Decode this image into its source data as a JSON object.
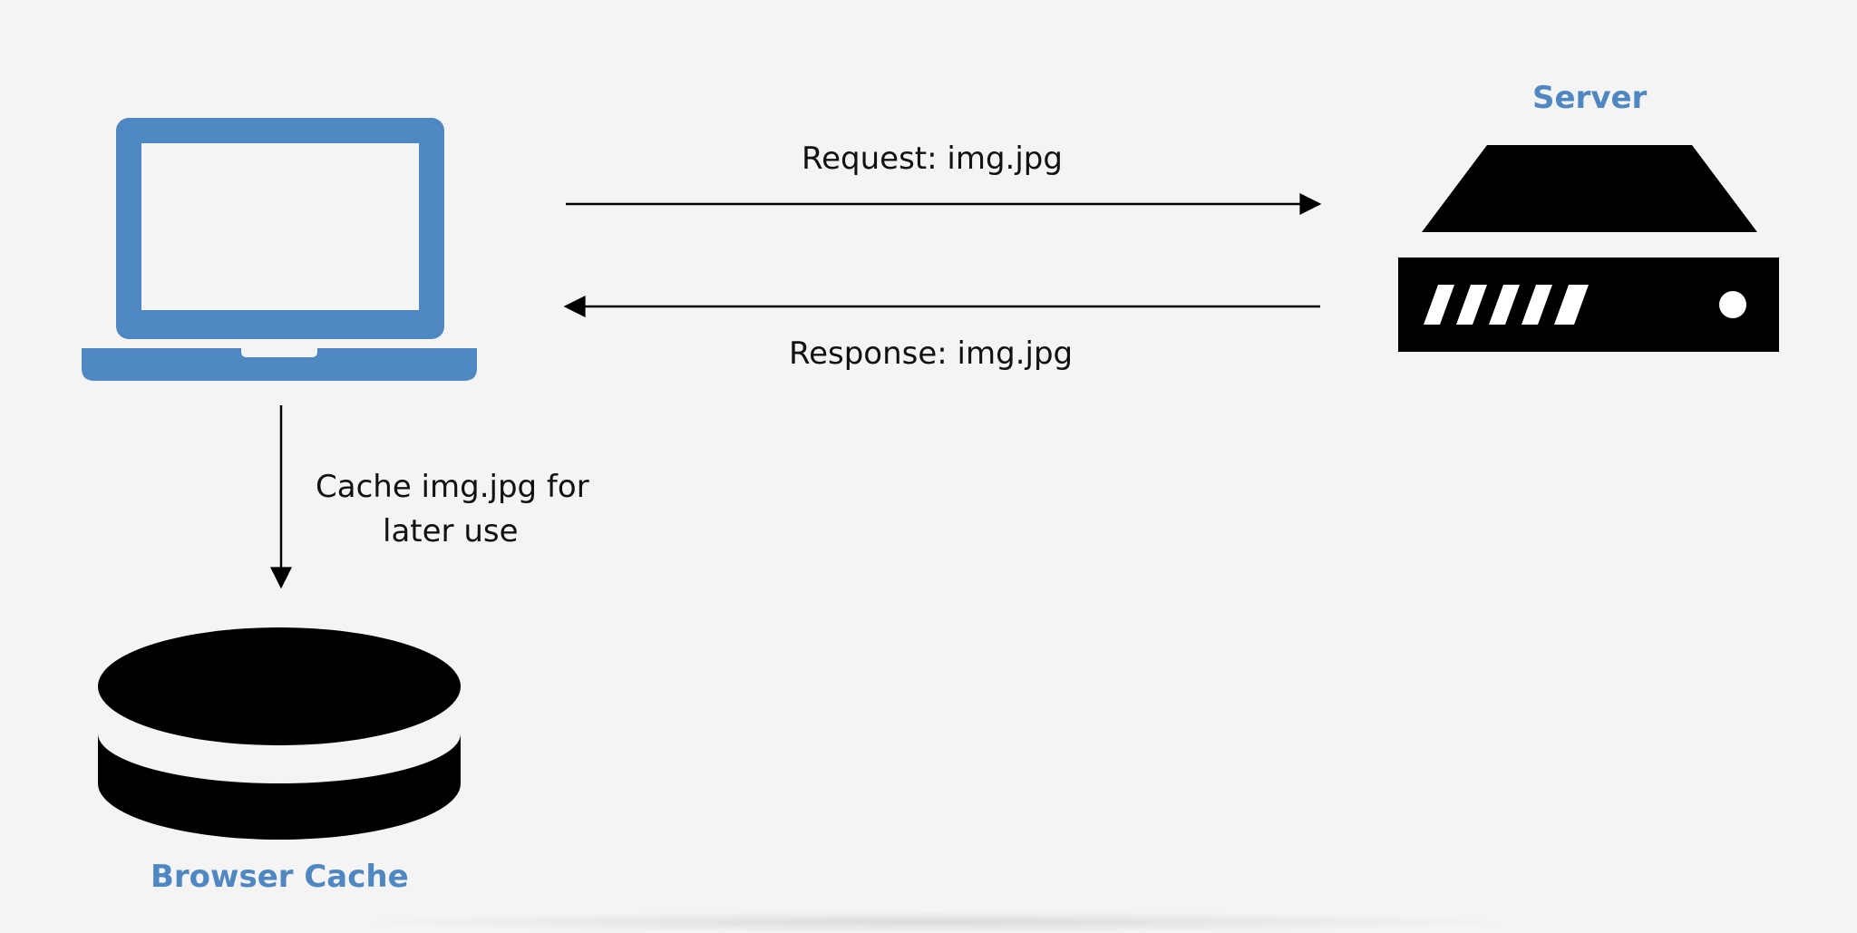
{
  "colors": {
    "background": "#f4f4f4",
    "accent": "#4f87c3",
    "ink": "#000000",
    "text": "#111111"
  },
  "nodes": {
    "client": {
      "icon": "laptop-icon"
    },
    "server": {
      "label": "Server",
      "icon": "server-icon"
    },
    "cache": {
      "label": "Browser Cache",
      "icon": "database-icon"
    }
  },
  "edges": {
    "request": {
      "label": "Request: img.jpg"
    },
    "response": {
      "label": "Response: img.jpg"
    },
    "cache": {
      "label_line1": "Cache img.jpg for",
      "label_line2": "later use"
    }
  }
}
